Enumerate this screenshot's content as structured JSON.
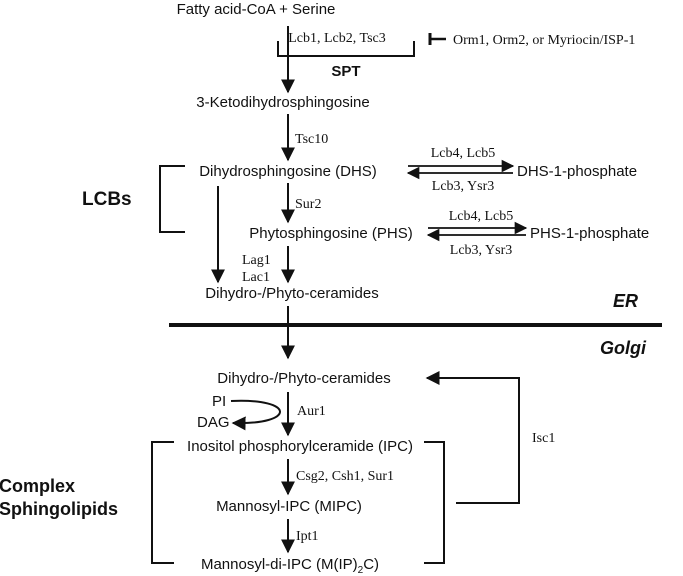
{
  "colors": {
    "ink": "#111111",
    "background": "#ffffff"
  },
  "nodes": {
    "substrates": "Fatty acid-CoA + Serine",
    "ketodhs": "3-Ketodihydrosphingosine",
    "dhs": "Dihydrosphingosine (DHS)",
    "dhs1p": "DHS-1-phosphate",
    "phs": "Phytosphingosine (PHS)",
    "phs1p": "PHS-1-phosphate",
    "ceramides_er": "Dihydro-/Phyto-ceramides",
    "ceramides_golgi": "Dihydro-/Phyto-ceramides",
    "pi": "PI",
    "dag": "DAG",
    "ipc": "Inositol phosphorylceramide (IPC)",
    "mipc": "Mannosyl-IPC (MIPC)",
    "mip2c_prefix": "Mannosyl-di-IPC (M(IP)",
    "mip2c_sub": "2",
    "mip2c_suffix": "C)"
  },
  "enzymes": {
    "spt_subunits": "Lcb1, Lcb2, Tsc3",
    "spt_inhibitors": "Orm1, Orm2, or Myriocin/ISP-1",
    "tsc10": "Tsc10",
    "dhs_kinase": "Lcb4, Lcb5",
    "dhs_phosphatase": "Lcb3, Ysr3",
    "sur2": "Sur2",
    "phs_kinase": "Lcb4, Lcb5",
    "phs_phosphatase": "Lcb3, Ysr3",
    "lag1": "Lag1",
    "lac1": "Lac1",
    "aur1": "Aur1",
    "csg": "Csg2, Csh1, Sur1",
    "ipt1": "Ipt1",
    "isc1": "Isc1"
  },
  "labels": {
    "spt": "SPT",
    "lcbs": "LCBs",
    "er": "ER",
    "golgi": "Golgi",
    "complex_line1": "Complex",
    "complex_line2": "Sphingolipids"
  }
}
